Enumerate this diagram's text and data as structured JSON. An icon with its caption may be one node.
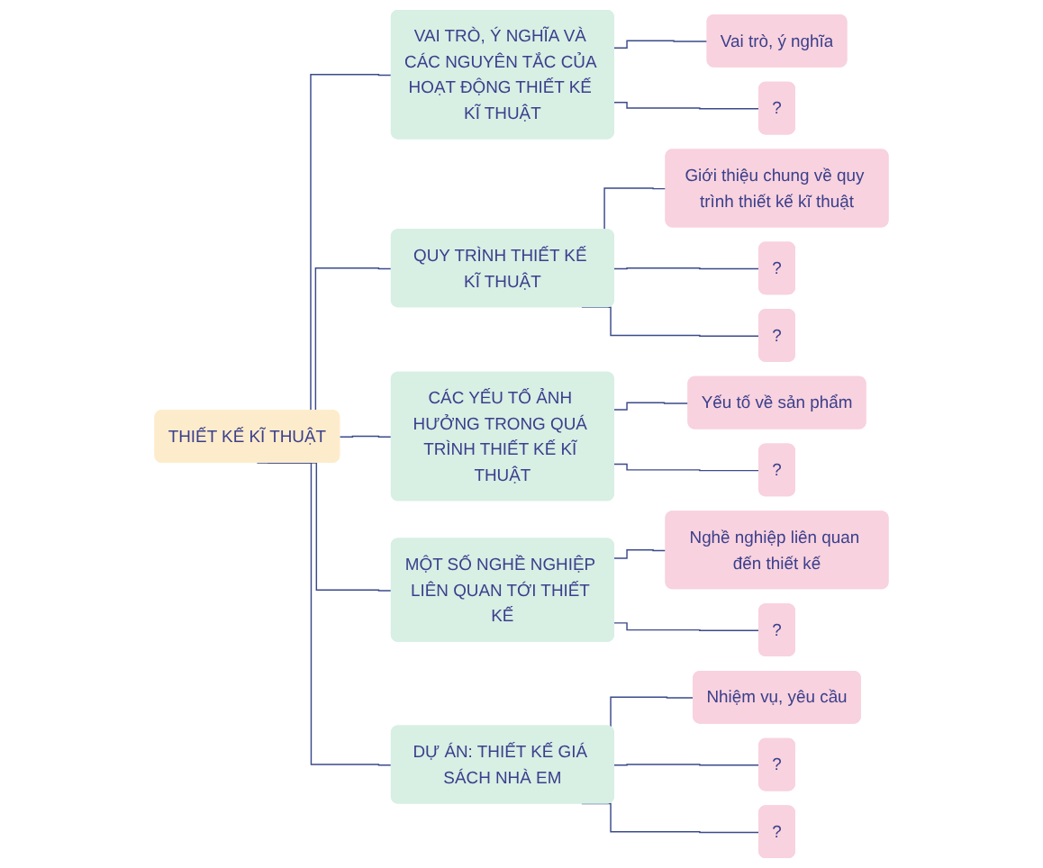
{
  "diagram": {
    "nodes": [
      {
        "text": [
          "THIẾT KẾ KĨ THUẬT"
        ]
      },
      {
        "text": [
          "VAI TRÒ, Ý NGHĨA VÀ CÁC NGUYÊN TẮC CỦA HOẠT ĐỘNG THIẾT KẾ KĨ THUẬT"
        ]
      },
      {
        "text": [
          "Vai trò, ý nghĩa"
        ]
      },
      {
        "text": [
          "?"
        ]
      },
      {
        "text": [
          "QUY TRÌNH THIẾT KẾ KĨ THUẬT"
        ]
      },
      {
        "text": [
          "Giới thiệu chung về quy trình thiết kế kĩ thuật"
        ]
      },
      {
        "text": [
          "?"
        ]
      },
      {
        "text": [
          "?"
        ]
      },
      {
        "text": [
          "CÁC YẾU TỐ ẢNH HƯỞNG TRONG QUÁ TRÌNH THIẾT KẾ KĨ THUẬT"
        ]
      },
      {
        "text": [
          "Yếu tố về sản phẩm"
        ]
      },
      {
        "text": [
          "?"
        ]
      },
      {
        "text": [
          "MỘT SỐ NGHỀ NGHIỆP LIÊN QUAN TỚI THIẾT KẾ"
        ]
      },
      {
        "text": [
          "Nghề nghiệp liên quan đến thiết kế"
        ]
      },
      {
        "text": [
          "?"
        ]
      },
      {
        "text": [
          "DỰ ÁN: THIẾT KẾ GIÁ SÁCH NHÀ EM"
        ]
      },
      {
        "text": [
          "Nhiệm vụ, yêu cầu"
        ]
      },
      {
        "text": [
          "?"
        ]
      },
      {
        "text": [
          "?"
        ]
      }
    ],
    "edges": [
      {
        "from": 0,
        "to": 1,
        "arrow": "none"
      },
      {
        "from": 0,
        "to": 4,
        "arrow": "none"
      },
      {
        "from": 0,
        "to": 8,
        "arrow": "none"
      },
      {
        "from": 0,
        "to": 11,
        "arrow": "none"
      },
      {
        "from": 0,
        "to": 14,
        "arrow": "none"
      },
      {
        "from": 1,
        "to": 2,
        "arrow": "none"
      },
      {
        "from": 1,
        "to": 3,
        "arrow": "none"
      },
      {
        "from": 4,
        "to": 5,
        "arrow": "none"
      },
      {
        "from": 4,
        "to": 6,
        "arrow": "none"
      },
      {
        "from": 4,
        "to": 7,
        "arrow": "none"
      },
      {
        "from": 8,
        "to": 9,
        "arrow": "none"
      },
      {
        "from": 8,
        "to": 10,
        "arrow": "none"
      },
      {
        "from": 11,
        "to": 12,
        "arrow": "none"
      },
      {
        "from": 11,
        "to": 13,
        "arrow": "none"
      },
      {
        "from": 14,
        "to": 15,
        "arrow": "none"
      },
      {
        "from": 14,
        "to": 16,
        "arrow": "none"
      },
      {
        "from": 14,
        "to": 17,
        "arrow": "none"
      }
    ]
  }
}
